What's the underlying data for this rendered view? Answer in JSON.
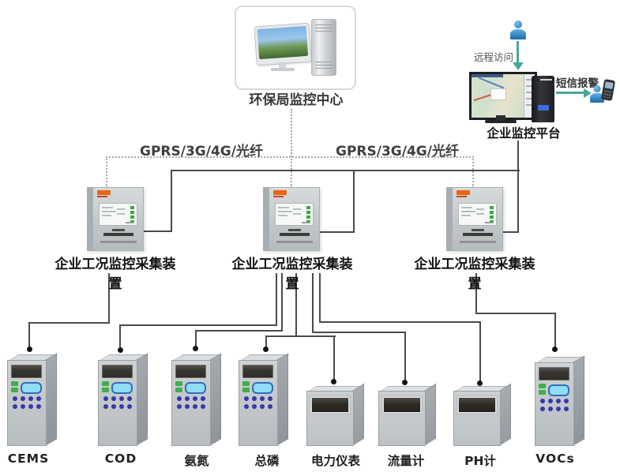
{
  "diagram": {
    "top_center": {
      "label": "环保局监控中心"
    },
    "platform": {
      "label": "企业监控平台",
      "remote_access_label": "远程访问",
      "sms_alert_label": "短信报警"
    },
    "links": {
      "gprs_label_left": "GPRS/3G/4G/光纤",
      "gprs_label_right": "GPRS/3G/4G/光纤"
    },
    "collectors": [
      {
        "label": "企业工况监控采集装置"
      },
      {
        "label": "企业工况监控采集装置"
      },
      {
        "label": "企业工况监控采集装置"
      }
    ],
    "devices": [
      {
        "label": "CEMS"
      },
      {
        "label": "COD"
      },
      {
        "label": "氨氮"
      },
      {
        "label": "总磷"
      },
      {
        "label": "电力仪表"
      },
      {
        "label": "流量计"
      },
      {
        "label": "PH计"
      },
      {
        "label": "VOCs"
      }
    ],
    "colors": {
      "solid_line": "#4a4a4a",
      "dotted_line": "#a6a6a6",
      "arrow_teal": "#49a69a",
      "logo_orange": "#e8650f",
      "person_blue": "#2276b4",
      "led_green": "#3fae49",
      "lcd_cyan": "#8fdcf4"
    }
  }
}
